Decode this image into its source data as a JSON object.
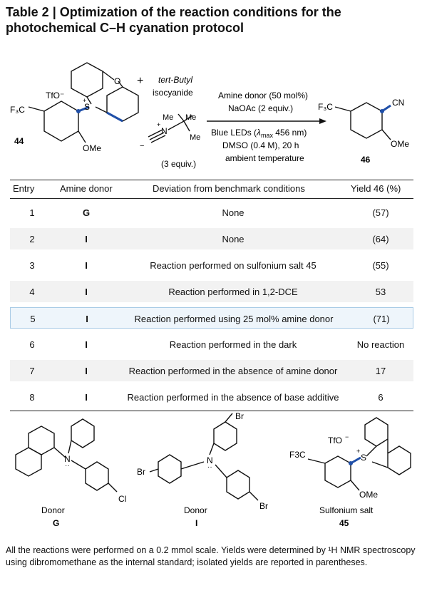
{
  "title": "Table 2 | Optimization of the reaction conditions for the photochemical C–H cyanation protocol",
  "scheme": {
    "reactant_label": "44",
    "counterion": "TfO",
    "cf3": "F3C",
    "ome": "OMe",
    "plus": "+",
    "isocyanide_name_1": "tert-Butyl",
    "isocyanide_name_2": "isocyanide",
    "isocyanide_equiv": "(3 equiv.)",
    "conditions_above": [
      "Amine donor (50 mol%)",
      "NaOAc (2 equiv.)"
    ],
    "conditions_below": [
      "Blue LEDs (λmax 456 nm)",
      "DMSO (0.4 M), 20 h",
      "ambient temperature"
    ],
    "product_label": "46",
    "cn": "CN"
  },
  "table": {
    "headers": [
      "Entry",
      "Amine donor",
      "Deviation from benchmark conditions",
      "Yield 46 (%)"
    ],
    "rows": [
      {
        "entry": "1",
        "donor": "G",
        "deviation": "None",
        "yield": "(57)"
      },
      {
        "entry": "2",
        "donor": "I",
        "deviation": "None",
        "yield": "(64)"
      },
      {
        "entry": "3",
        "donor": "I",
        "deviation": "Reaction performed on sulfonium salt 45",
        "yield": "(55)"
      },
      {
        "entry": "4",
        "donor": "I",
        "deviation": "Reaction performed in 1,2-DCE",
        "yield": "53"
      },
      {
        "entry": "5",
        "donor": "I",
        "deviation": "Reaction performed using 25 mol% amine donor",
        "yield": "(71)"
      },
      {
        "entry": "6",
        "donor": "I",
        "deviation": "Reaction performed in the dark",
        "yield": "No reaction"
      },
      {
        "entry": "7",
        "donor": "I",
        "deviation": "Reaction performed in the absence of amine donor",
        "yield": "17"
      },
      {
        "entry": "8",
        "donor": "I",
        "deviation": "Reaction performed in the absence of base additive",
        "yield": "6"
      }
    ]
  },
  "structures": {
    "donor_g": {
      "name": "Donor",
      "code": "G",
      "cl": "Cl"
    },
    "donor_i": {
      "name": "Donor",
      "code": "I",
      "br": "Br"
    },
    "salt": {
      "name": "Sulfonium salt",
      "code": "45",
      "counterion": "TfO",
      "cf3": "F3C",
      "ome": "OMe"
    }
  },
  "footnote": "All the reactions were performed on a 0.2 mmol scale. Yields were determined by ¹H NMR spectroscopy using dibromomethane as the internal standard; isolated yields are reported in parentheses.",
  "colors": {
    "highlight_bg": "#eef5fb",
    "highlight_border": "#a9cbe6",
    "shade": "#f2f2f2",
    "bond_blue": "#1f4fa8"
  }
}
